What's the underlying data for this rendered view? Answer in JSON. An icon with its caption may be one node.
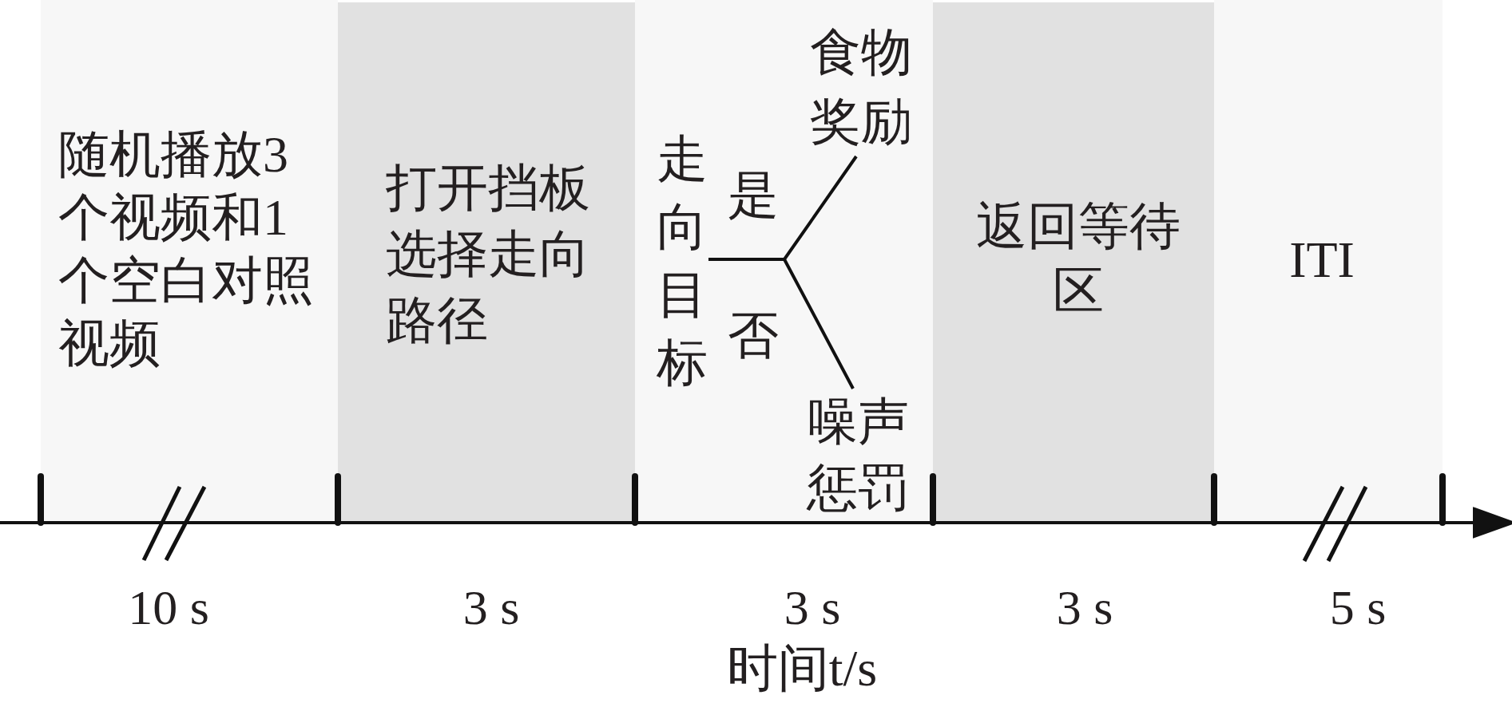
{
  "diagram": {
    "nodes": [
      {
        "text": [
          "随机播放3个视频和1个空白对照视频"
        ],
        "beside": [
          "10 s"
        ]
      },
      {
        "text": [
          "打开挡板选择走向路径"
        ],
        "beside": [
          "3 s"
        ]
      },
      {
        "text": [],
        "shape": "box",
        "beside": [
          "3 s"
        ]
      },
      {
        "text": [
          "走向目标"
        ],
        "in": 2
      },
      {
        "text": [
          "食物奖励"
        ],
        "in": 2
      },
      {
        "text": [
          "噪声惩罚"
        ],
        "in": 2
      },
      {
        "text": [
          "返回等待区"
        ],
        "beside": [
          "3 s"
        ]
      },
      {
        "text": [
          "ITI"
        ],
        "beside": [
          "5 s"
        ]
      }
    ],
    "edges": [
      {
        "from": 3,
        "to": 4,
        "arrow": "none",
        "label": "是"
      },
      {
        "from": 3,
        "to": 5,
        "arrow": "none",
        "label": "否"
      }
    ],
    "labels": [
      "时间t/s"
    ]
  }
}
